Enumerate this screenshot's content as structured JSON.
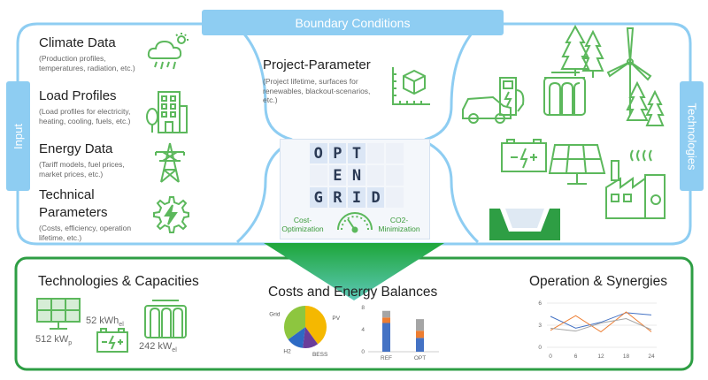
{
  "colors": {
    "light_blue": "#8ecdf2",
    "green_dark": "#2e9e44",
    "green_icon": "#5cb85c",
    "pie_grid": "#8dc63f",
    "pie_pv": "#f5b800",
    "pie_bess": "#6a3d9a",
    "pie_h2": "#2d6ac4",
    "bar_blue": "#4472c4",
    "bar_orange": "#ed7d31",
    "bar_gray": "#a5a5a5"
  },
  "labels": {
    "boundary_conditions": "Boundary Conditions",
    "input": "Input",
    "technologies": "Technologies"
  },
  "inputs": [
    {
      "title": "Climate Data",
      "desc": "(Production profiles, temperatures, radiation, etc.)",
      "icon": "weather-cloud-sun-icon"
    },
    {
      "title": "Load Profiles",
      "desc": "(Load profiles for electricity, heating, cooling, fuels, etc.)",
      "icon": "building-tree-icon"
    },
    {
      "title": "Energy Data",
      "desc": "(Tariff models, fuel prices, market prices, etc.)",
      "icon": "power-pylon-icon"
    },
    {
      "title": "Technical Parameters",
      "desc": "(Costs, efficiency, operation lifetime, etc.)",
      "icon": "gear-bolt-icon"
    }
  ],
  "project": {
    "title": "Project-Parameter",
    "desc": "(Project lifetime, surfaces for renewables, blackout-scenarios, etc.)",
    "icon": "measuring-cube-icon"
  },
  "logo": {
    "rows": [
      [
        "O",
        "P",
        "T",
        "",
        ""
      ],
      [
        "",
        "E",
        "N",
        "",
        ""
      ],
      [
        "G",
        "R",
        "I",
        "D",
        ""
      ]
    ],
    "cost_label": "Cost-Optimization",
    "co2_label": "CO2-Minimization"
  },
  "technologies_icons": [
    "pine-trees-icon",
    "wind-turbine-icon",
    "ev-charging-icon",
    "hydrogen-tanks-icon",
    "battery-icon",
    "solar-panel-icon",
    "factory-icon",
    "storage-basin-icon"
  ],
  "bottom": {
    "tech_capacities": {
      "title": "Technologies & Capacities",
      "pv_value": "512 kW",
      "pv_sub": "p",
      "battery_value": "52 kWh",
      "battery_sub": "el",
      "h2_value": "242 kW",
      "h2_sub": "el"
    },
    "costs": {
      "title": "Costs and Energy Balances"
    },
    "operation": {
      "title": "Operation & Synergies"
    }
  },
  "chart_data": [
    {
      "type": "pie",
      "labels": [
        "PV",
        "BESS",
        "H2",
        "Grid"
      ],
      "values": [
        40,
        12,
        13,
        35
      ]
    },
    {
      "type": "bar",
      "categories": [
        "REF",
        "OPT"
      ],
      "series": [
        {
          "values": [
            5.2,
            2.5
          ]
        },
        {
          "values": [
            1.0,
            1.3
          ]
        },
        {
          "values": [
            1.2,
            2.1
          ]
        }
      ],
      "ylim": [
        0,
        8
      ],
      "yticks": [
        "0",
        "4",
        "8"
      ]
    },
    {
      "type": "line",
      "x": [
        0,
        6,
        12,
        18,
        24
      ],
      "series": [
        {
          "values": [
            4.2,
            2.6,
            3.4,
            4.7,
            4.4
          ]
        },
        {
          "values": [
            2.3,
            4.3,
            2.1,
            4.8,
            2.1
          ]
        },
        {
          "values": [
            2.6,
            2.2,
            3.3,
            3.9,
            2.4
          ]
        }
      ],
      "ylim": [
        0,
        6
      ],
      "yticks": [
        "0",
        "3",
        "6"
      ],
      "xticks": [
        "0",
        "6",
        "12",
        "18",
        "24"
      ]
    }
  ]
}
